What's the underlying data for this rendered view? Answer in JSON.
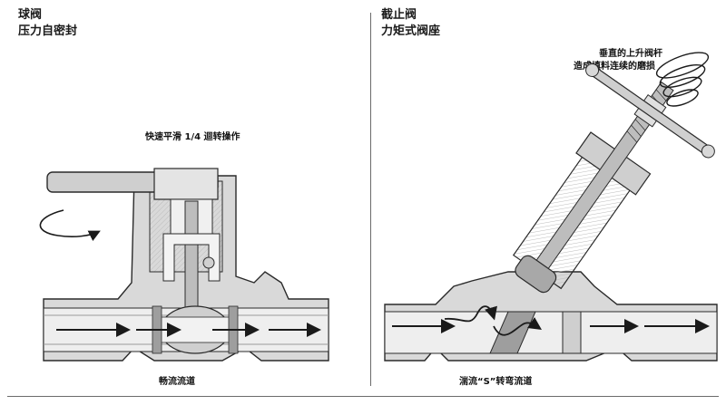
{
  "left": {
    "title_line1": "球阀",
    "title_line2": "压力自密封",
    "top_caption": "快速平滑 1/4 迴转操作",
    "bottom_caption": "畅流流道"
  },
  "right": {
    "title_line1": "截止阀",
    "title_line2": "力矩式阀座",
    "top_caption_line1": "垂直的上升阀杆",
    "top_caption_line2": "造成填料连续的磨损",
    "bottom_caption": "湍流“S”转弯流道"
  },
  "colors": {
    "metal": "#d9d9d9",
    "metal_dark": "#a8a8a8",
    "line": "#2a2a2a",
    "bore": "#eeeeee",
    "divider": "#6b6b6b"
  }
}
